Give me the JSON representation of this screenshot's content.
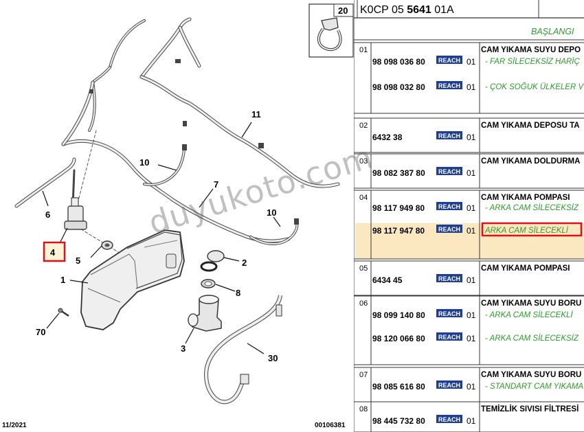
{
  "doc": {
    "ref_code_prefix": "K0CP 05 ",
    "ref_code_bold": "5641",
    "ref_code_suffix": " 01A",
    "start_label": "BAŞLANGI",
    "date": "11/2021",
    "drawing_number": "00106381",
    "watermark": "duyukoto.com"
  },
  "callouts": [
    {
      "num": "1"
    },
    {
      "num": "2"
    },
    {
      "num": "3"
    },
    {
      "num": "4",
      "highlighted": true
    },
    {
      "num": "5"
    },
    {
      "num": "6"
    },
    {
      "num": "7"
    },
    {
      "num": "8"
    },
    {
      "num": "10"
    },
    {
      "num": "10"
    },
    {
      "num": "11"
    },
    {
      "num": "20"
    },
    {
      "num": "30"
    },
    {
      "num": "70"
    }
  ],
  "groups": [
    {
      "num": "01",
      "title": "CAM YIKAMA SUYU DEPO",
      "rows": [
        {
          "ref": "98 098 036 80",
          "badge": "REACH",
          "qty": "01",
          "note": "- FAR SİLECEKSİZ HARİÇ"
        },
        {
          "ref": "98 098 032 80",
          "badge": "REACH",
          "qty": "01",
          "note": "- ÇOK SOĞUK ÜLKELER V"
        }
      ]
    },
    {
      "num": "02",
      "title": "CAM YIKAMA DEPOSU TA",
      "rows": [
        {
          "ref": "6432 38",
          "badge": "REACH",
          "qty": "01",
          "note": ""
        }
      ]
    },
    {
      "num": "03",
      "title": "CAM YIKAMA DOLDURMA",
      "rows": [
        {
          "ref": "98 082 387 80",
          "badge": "REACH",
          "qty": "01",
          "note": ""
        }
      ]
    },
    {
      "num": "04",
      "title": "CAM YIKAMA POMPASI",
      "rows": [
        {
          "ref": "98 117 949 80",
          "badge": "REACH",
          "qty": "01",
          "note": "- ARKA CAM SİLECEKSİZ"
        },
        {
          "ref": "98 117 947 80",
          "badge": "REACH",
          "qty": "01",
          "note": "ARKA CAM SİLECEKLİ",
          "selected": true
        }
      ]
    },
    {
      "num": "05",
      "title": "CAM YIKAMA POMPASI",
      "rows": [
        {
          "ref": "6434 45",
          "badge": "REACH",
          "qty": "01",
          "note": ""
        }
      ]
    },
    {
      "num": "06",
      "title": "CAM YIKAMA SUYU BORU",
      "rows": [
        {
          "ref": "98 099 140 80",
          "badge": "REACH",
          "qty": "01",
          "note": "- ARKA CAM SİLECEKLİ"
        },
        {
          "ref": "98 120 066 80",
          "badge": "REACH",
          "qty": "01",
          "note": "- ARKA CAM SİLECEKSİZ"
        }
      ]
    },
    {
      "num": "07",
      "title": "CAM YIKAMA SUYU BORU",
      "rows": [
        {
          "ref": "98 085 616 80",
          "badge": "REACH",
          "qty": "01",
          "note": "- STANDART CAM YIKAMA"
        }
      ]
    },
    {
      "num": "08",
      "title": "TEMİZLİK SIVISI FİLTRESİ",
      "rows": [
        {
          "ref": "98 445 732 80",
          "badge": "REACH",
          "qty": "01",
          "note": ""
        }
      ]
    }
  ],
  "colors": {
    "note": "#2e9a2e",
    "selected_bg": "#fbe7c0",
    "highlight": "#e0101a",
    "badge": "#1f3f92"
  }
}
